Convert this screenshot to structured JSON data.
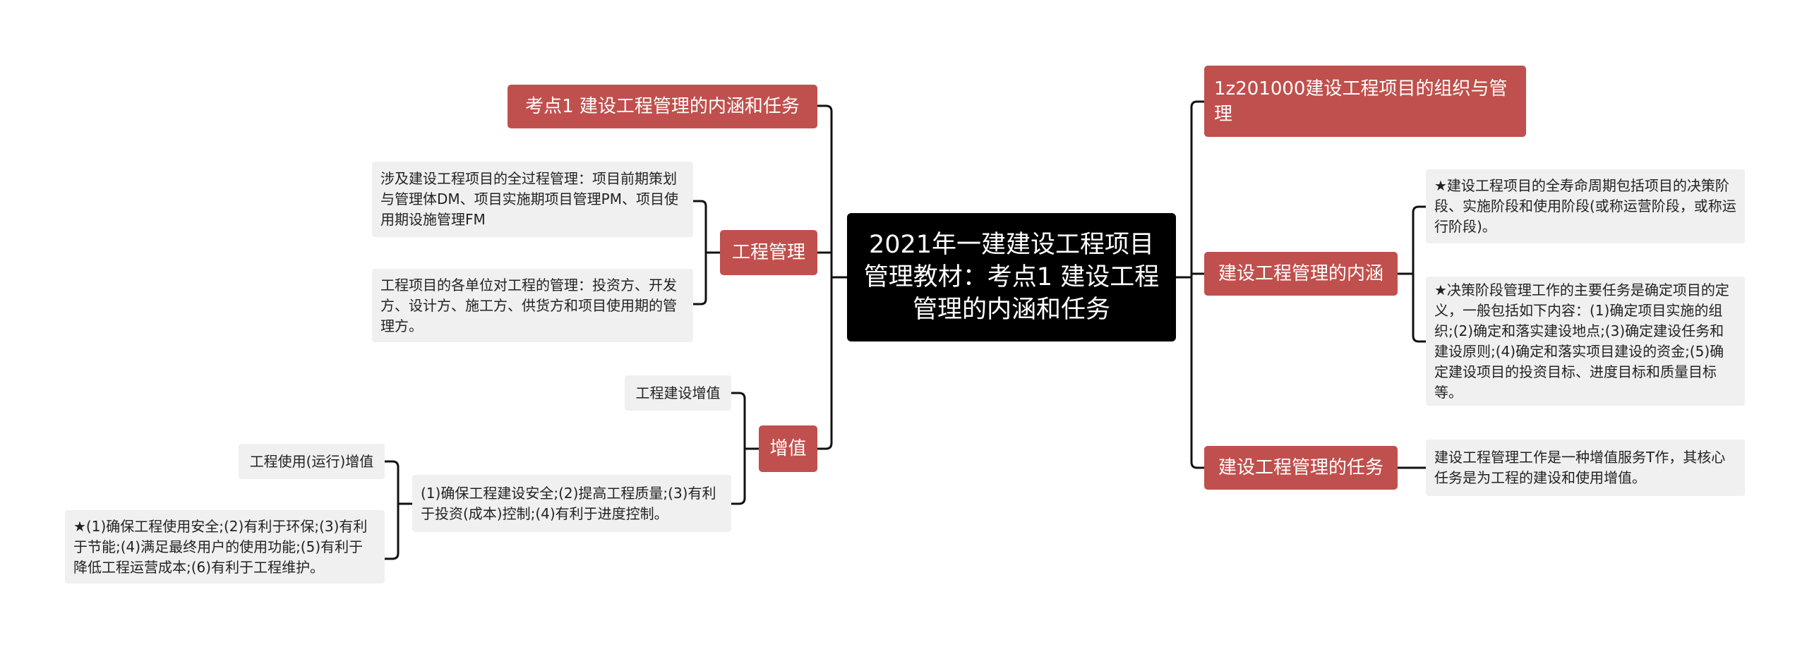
{
  "root": {
    "title": "2021年一建建设工程项目管理教材：考点1 建设工程管理的内涵和任务"
  },
  "left": {
    "topic1": {
      "label": "考点1 建设工程管理的内涵和任务"
    },
    "engineering_management": {
      "label": "工程管理",
      "children": [
        "涉及建设工程项目的全过程管理：项目前期策划与管理体DM、项目实施期项目管理PM、项目使用期设施管理FM",
        "工程项目的各单位对工程的管理：投资方、开发方、设计方、施工方、供货方和项目使用期的管理方。"
      ]
    },
    "value_added": {
      "label": "增值",
      "construction_value": "工程建设增值",
      "safety_list": "(1)确保工程建设安全;(2)提高工程质量;(3)有利于投资(成本)控制;(4)有利于进度控制。",
      "usage_value": "工程使用(运行)增值",
      "usage_list": "★(1)确保工程使用安全;(2)有利于环保;(3)有利于节能;(4)满足最终用户的使用功能;(5)有利于降低工程运营成本;(6)有利于工程维护。"
    }
  },
  "right": {
    "chapter": {
      "label": "1z201000建设工程项目的组织与管理"
    },
    "connotation": {
      "label": "建设工程管理的内涵",
      "children": [
        "★建设工程项目的全寿命周期包括项目的决策阶段、实施阶段和使用阶段(或称运营阶段，或称运行阶段)。",
        "★决策阶段管理工作的主要任务是确定项目的定义，一般包括如下内容：(1)确定项目实施的组织;(2)确定和落实建设地点;(3)确定建设任务和建设原则;(4)确定和落实项目建设的资金;(5)确定建设项目的投资目标、进度目标和质量目标等。"
      ]
    },
    "tasks": {
      "label": "建设工程管理的任务",
      "children": [
        "建设工程管理工作是一种增值服务T作，其核心任务是为工程的建设和使用增值。"
      ]
    }
  },
  "colors": {
    "root": "#000000",
    "branch": "#c0504d",
    "leaf": "#f0f0f0",
    "line": "#111111"
  }
}
